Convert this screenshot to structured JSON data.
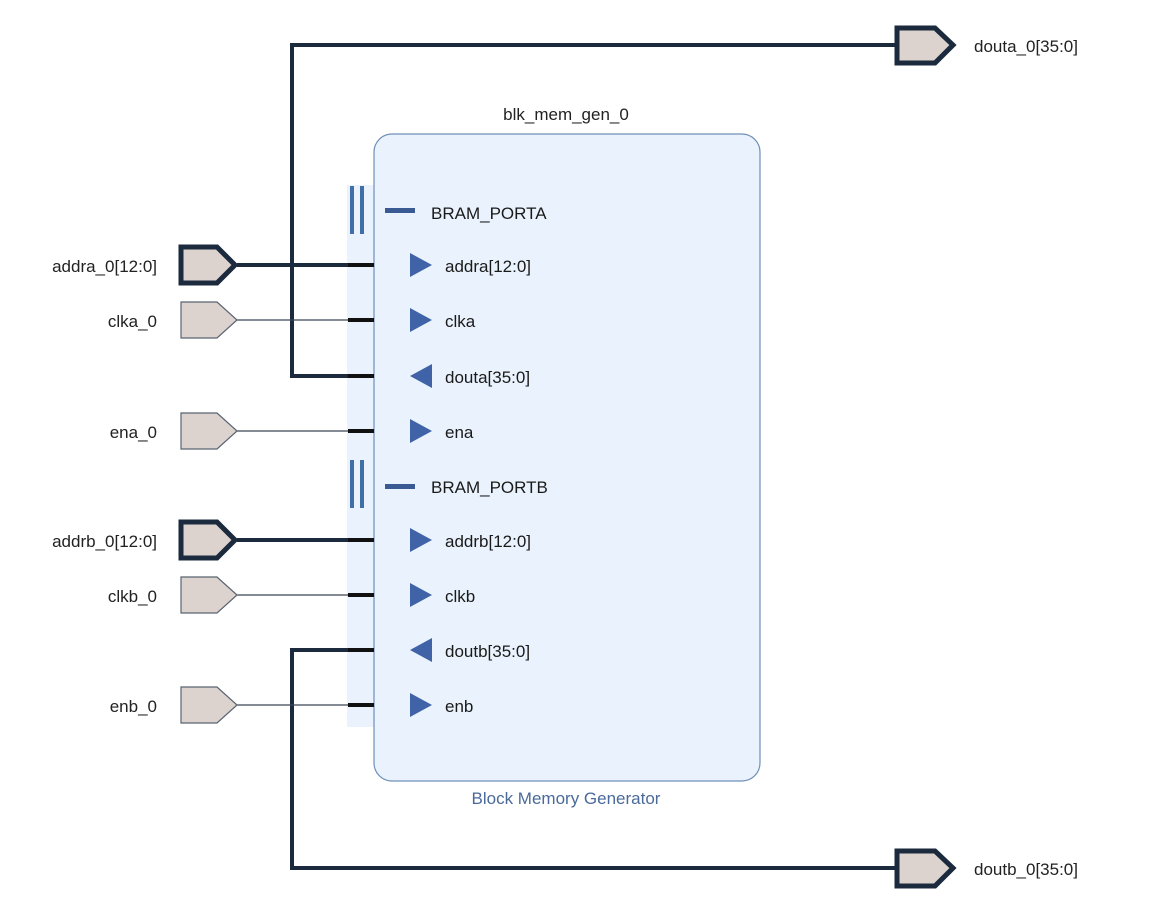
{
  "diagram": {
    "block": {
      "instance_name": "blk_mem_gen_0",
      "ip_name": "Block Memory Generator",
      "colors": {
        "fill": "#eaf3fd",
        "border": "#6f8fb8",
        "pin_arrow": "#3f63a6"
      },
      "interfaces": [
        {
          "name": "BRAM_PORTA",
          "pins": [
            {
              "name": "addra[12:0]",
              "direction": "input",
              "bus": true
            },
            {
              "name": "clka",
              "direction": "input",
              "bus": false
            },
            {
              "name": "douta[35:0]",
              "direction": "output",
              "bus": true
            },
            {
              "name": "ena",
              "direction": "input",
              "bus": false
            }
          ]
        },
        {
          "name": "BRAM_PORTB",
          "pins": [
            {
              "name": "addrb[12:0]",
              "direction": "input",
              "bus": true
            },
            {
              "name": "clkb",
              "direction": "input",
              "bus": false
            },
            {
              "name": "doutb[35:0]",
              "direction": "output",
              "bus": true
            },
            {
              "name": "enb",
              "direction": "input",
              "bus": false
            }
          ]
        }
      ]
    },
    "input_ports": [
      {
        "name": "addra_0[12:0]",
        "connects_to": "addra[12:0]",
        "bus": true
      },
      {
        "name": "clka_0",
        "connects_to": "clka",
        "bus": false
      },
      {
        "name": "ena_0",
        "connects_to": "ena",
        "bus": false
      },
      {
        "name": "addrb_0[12:0]",
        "connects_to": "addrb[12:0]",
        "bus": true
      },
      {
        "name": "clkb_0",
        "connects_to": "clkb",
        "bus": false
      },
      {
        "name": "enb_0",
        "connects_to": "enb",
        "bus": false
      }
    ],
    "output_ports": [
      {
        "name": "douta_0[35:0]",
        "connects_to": "douta[35:0]",
        "bus": true
      },
      {
        "name": "doutb_0[35:0]",
        "connects_to": "doutb[35:0]",
        "bus": true
      }
    ],
    "port_colors": {
      "fill": "#dcd3cf",
      "stroke": "#1b2a3d",
      "wire": "#1b2a3d"
    }
  }
}
